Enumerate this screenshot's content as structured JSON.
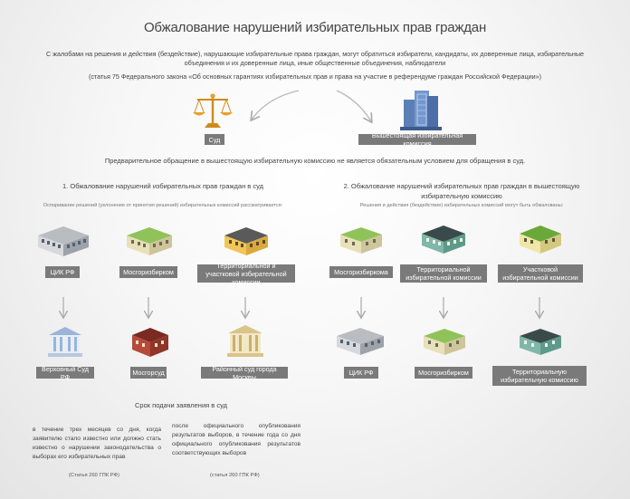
{
  "title": "Обжалование нарушений избирательных прав граждан",
  "intro": "С жалобами на решения и действия (бездействие), нарушающие избирательные права граждан, могут обратиться избиратели, кандидаты, их доверенные лица, избирательные объединения и их доверенные лица, иные общественные объединения, наблюдатели",
  "law_ref": "(статья 75 Федерального закона «Об основных гарантиях избирательных прав и права на участие в референдуме граждан Российской Федерации»)",
  "top": {
    "court_label": "Суд",
    "commission_label": "Вышестоящая избирательная комиссия"
  },
  "note": "Предварительное обращение в вышестоящую избирательную комиссию не является обязательным условием для обращения в суд.",
  "section1": {
    "heading": "1. Обжалование нарушений избирательных прав граждан в суд",
    "sub": "Оспаривание решений (уклонение от принятия решений) избирательных комиссий рассматривается:",
    "top_nodes": [
      "ЦИК РФ",
      "Мосгоризбирком",
      "Территориальной и участковой избирательной комиссии"
    ],
    "bottom_nodes": [
      "Верховный Суд РФ",
      "Мосгорсуд",
      "Районный суд города Москвы"
    ]
  },
  "section2": {
    "heading": "2. Обжалование нарушений избирательных прав граждан в вышестоящую избирательную комиссию",
    "sub": "Решения и действия (бездействие) избирательных комиссий могут быть обжалованы:",
    "top_nodes": [
      "Мосгоризбиркома",
      "Территориальной избирательной комиссии",
      "Участковой избирательной комиссии"
    ],
    "bottom_nodes": [
      "ЦИК РФ",
      "Мосгоризбирком",
      "Территориальную избирательную комиссию"
    ]
  },
  "deadline": {
    "heading": "Срок подачи заявления в суд",
    "col1": "в течение трех месяцев со дня, когда заявителю стало известно или должно стать известно о нарушении законодательства о выборах его избирательных прав",
    "col2": "после официального опубликования результатов выборов, в течение года со дня официального опубликования результатов соответствующих выборов",
    "ref1": "(Статья 260 ГПК РФ)",
    "ref2": "(статья 260 ГПК РФ)"
  }
}
